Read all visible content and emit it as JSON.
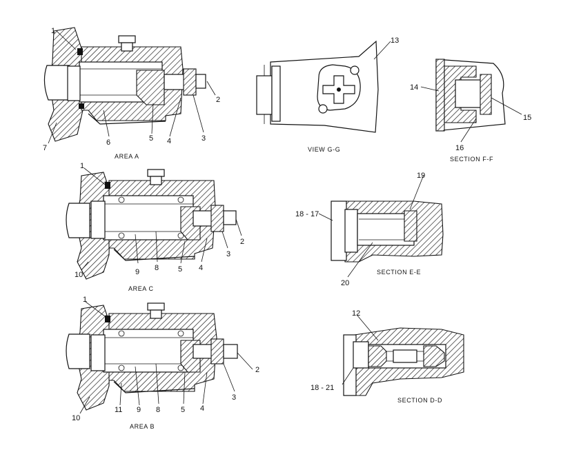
{
  "views": [
    {
      "id": "area-a",
      "caption": "AREA  A"
    },
    {
      "id": "view-g-g",
      "caption": "VIEW  G-G"
    },
    {
      "id": "section-f-f",
      "caption": "SECTION  F-F"
    },
    {
      "id": "area-c",
      "caption": "AREA  C"
    },
    {
      "id": "section-e-e",
      "caption": "SECTION  E-E"
    },
    {
      "id": "area-b",
      "caption": "AREA  B"
    },
    {
      "id": "section-d-d",
      "caption": "SECTION  D-D"
    }
  ],
  "callouts": {
    "area_a": [
      "1",
      "2",
      "3",
      "4",
      "5",
      "6",
      "7"
    ],
    "view_g": [
      "13"
    ],
    "section_f": [
      "14",
      "15",
      "16"
    ],
    "area_c": [
      "1",
      "2",
      "3",
      "4",
      "5",
      "8",
      "9",
      "10"
    ],
    "section_e": [
      "18 - 17",
      "19",
      "20"
    ],
    "area_b": [
      "1",
      "2",
      "3",
      "4",
      "5",
      "8",
      "9",
      "10",
      "11"
    ],
    "section_d": [
      "12",
      "18 - 21"
    ]
  }
}
